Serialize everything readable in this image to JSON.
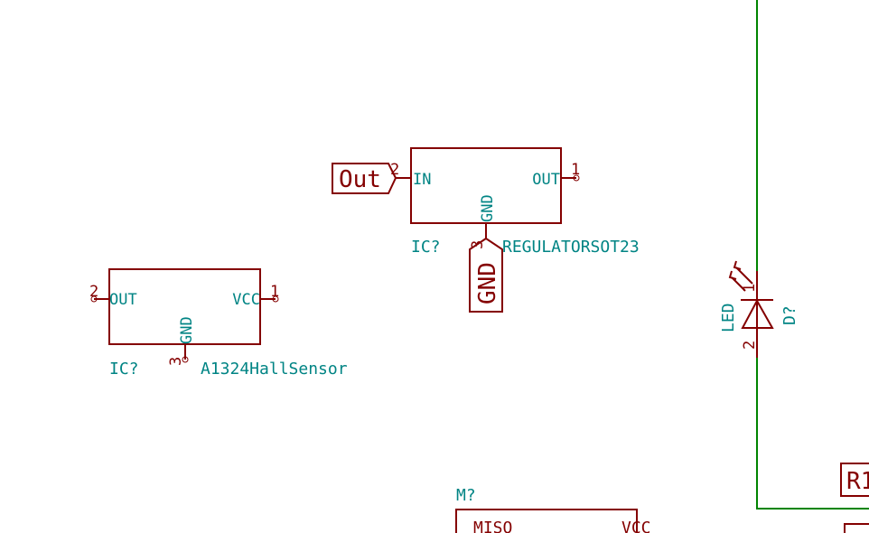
{
  "colors": {
    "component": "#840000",
    "text": "#008484",
    "wire": "#008400",
    "background": "#ffffff"
  },
  "regulator": {
    "reference": "IC?",
    "value": "REGULATORSOT23",
    "pins": [
      {
        "number": "2",
        "name": "IN"
      },
      {
        "number": "1",
        "name": "OUT"
      },
      {
        "number": "3",
        "name": "GND"
      }
    ]
  },
  "hall_sensor": {
    "reference": "IC?",
    "value": "A1324HallSensor",
    "pins": [
      {
        "number": "2",
        "name": "OUT"
      },
      {
        "number": "1",
        "name": "VCC"
      },
      {
        "number": "3",
        "name": "GND"
      }
    ]
  },
  "led": {
    "reference": "D?",
    "value": "LED",
    "pins": [
      {
        "number": "1"
      },
      {
        "number": "2"
      }
    ]
  },
  "module": {
    "reference": "M?",
    "pins": [
      {
        "name": "MISO"
      },
      {
        "name": "VCC"
      }
    ]
  },
  "labels": {
    "out_label": "Out",
    "gnd_label": "GND",
    "r_label": "R1"
  }
}
